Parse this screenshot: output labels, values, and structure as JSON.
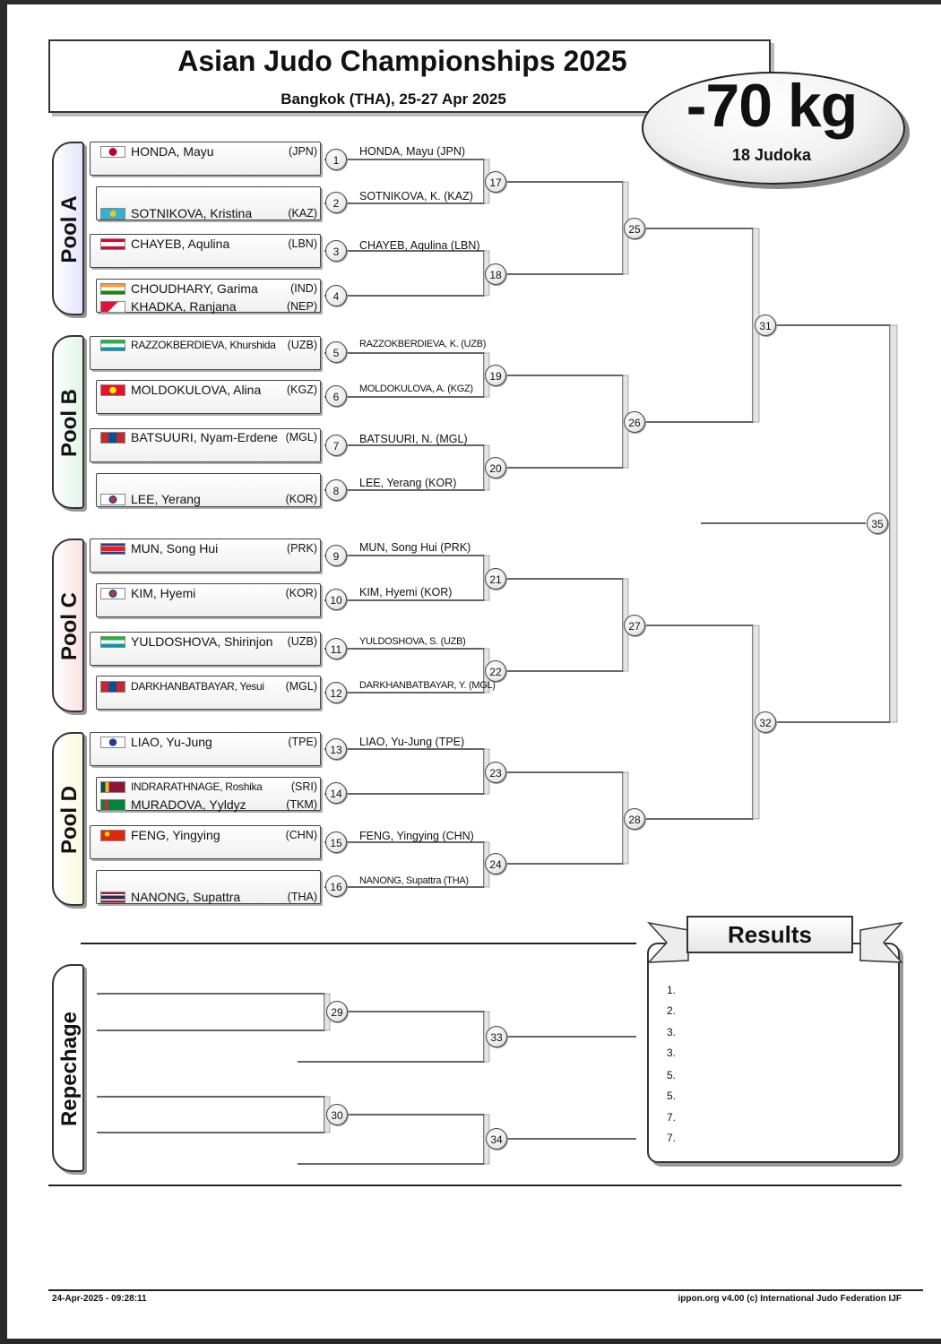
{
  "header": {
    "title": "Asian Judo Championships 2025",
    "subtitle": "Bangkok (THA), 25-27 Apr 2025",
    "weight": "-70 kg",
    "count": "18 Judoka"
  },
  "pools": [
    {
      "label": "Pool A",
      "color": "#e5e3fb"
    },
    {
      "label": "Pool B",
      "color": "#e1f5e7"
    },
    {
      "label": "Pool C",
      "color": "#fbe1e1"
    },
    {
      "label": "Pool D",
      "color": "#fafae0"
    }
  ],
  "athletes": [
    {
      "name": "HONDA, Mayu",
      "country": "(JPN)",
      "flag": "jpn"
    },
    {
      "name": "SOTNIKOVA, Kristina",
      "country": "(KAZ)",
      "flag": "kaz"
    },
    {
      "name": "CHAYEB, Aqulina",
      "country": "(LBN)",
      "flag": "lbn"
    },
    {
      "name": "CHOUDHARY, Garima",
      "country": "(IND)",
      "flag": "ind"
    },
    {
      "name": "KHADKA, Ranjana",
      "country": "(NEP)",
      "flag": "nep"
    },
    {
      "name": "RAZZOKBERDIEVA, Khurshida",
      "country": "(UZB)",
      "flag": "uzb"
    },
    {
      "name": "MOLDOKULOVA, Alina",
      "country": "(KGZ)",
      "flag": "kgz"
    },
    {
      "name": "BATSUURI, Nyam-Erdene",
      "country": "(MGL)",
      "flag": "mgl"
    },
    {
      "name": "LEE, Yerang",
      "country": "(KOR)",
      "flag": "kor"
    },
    {
      "name": "MUN, Song Hui",
      "country": "(PRK)",
      "flag": "prk"
    },
    {
      "name": "KIM, Hyemi",
      "country": "(KOR)",
      "flag": "kor"
    },
    {
      "name": "YULDOSHOVA, Shirinjon",
      "country": "(UZB)",
      "flag": "uzb"
    },
    {
      "name": "DARKHANBATBAYAR, Yesui",
      "country": "(MGL)",
      "flag": "mgl"
    },
    {
      "name": "LIAO, Yu-Jung",
      "country": "(TPE)",
      "flag": "tpe"
    },
    {
      "name": "INDRARATHNAGE, Roshika",
      "country": "(SRI)",
      "flag": "sri"
    },
    {
      "name": "MURADOVA, Yyldyz",
      "country": "(TKM)",
      "flag": "tkm"
    },
    {
      "name": "FENG, Yingying",
      "country": "(CHN)",
      "flag": "chn"
    },
    {
      "name": "NANONG, Supattra",
      "country": "(THA)",
      "flag": "tha"
    }
  ],
  "round1_results": [
    "HONDA, Mayu  (JPN)",
    "SOTNIKOVA, K.  (KAZ)",
    "CHAYEB, Aqulina  (LBN)",
    "",
    "RAZZOKBERDIEVA, K.  (UZB)",
    "MOLDOKULOVA, A.  (KGZ)",
    "BATSUURI, N.  (MGL)",
    "LEE, Yerang  (KOR)",
    "MUN, Song Hui  (PRK)",
    "KIM, Hyemi  (KOR)",
    "YULDOSHOVA, S.  (UZB)",
    "DARKHANBATBAYAR, Y.  (MGL)",
    "LIAO, Yu-Jung  (TPE)",
    "",
    "FENG, Yingying  (CHN)",
    "NANONG, Supattra  (THA)"
  ],
  "bout_numbers": [
    "1",
    "2",
    "3",
    "4",
    "5",
    "6",
    "7",
    "8",
    "9",
    "10",
    "11",
    "12",
    "13",
    "14",
    "15",
    "16",
    "17",
    "18",
    "19",
    "20",
    "21",
    "22",
    "23",
    "24",
    "25",
    "26",
    "27",
    "28",
    "29",
    "30",
    "31",
    "32",
    "33",
    "34",
    "35"
  ],
  "repechage_label": "Repechage",
  "results": {
    "title": "Results",
    "ranks": [
      "1.",
      "2.",
      "3.",
      "3.",
      "5.",
      "5.",
      "7.",
      "7."
    ]
  },
  "footer": {
    "date": "24-Apr-2025 - 09:28:11",
    "credit": "ippon.org v4.00  (c) International Judo Federation IJF"
  },
  "colors": {
    "line": "#333333",
    "flag_jpn": "#ffffff",
    "flag_kaz": "#2fb5d3",
    "flag_uzb": "#1eb53a",
    "flag_kgz": "#e8112d",
    "flag_mgl": "#c4272f",
    "flag_chn": "#de2910"
  }
}
